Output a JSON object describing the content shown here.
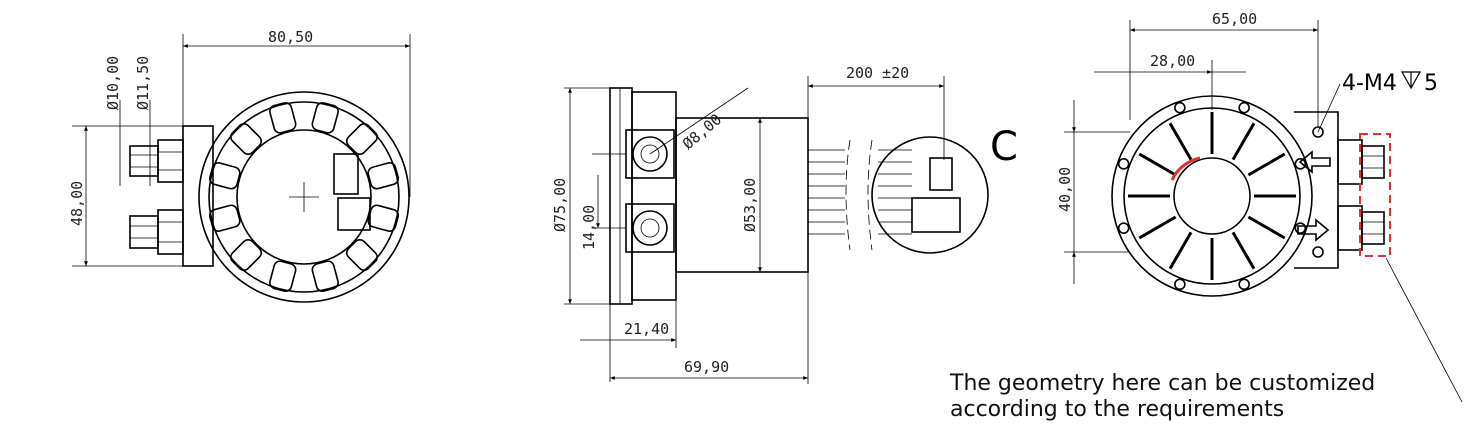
{
  "views": {
    "left": {
      "dimensions": {
        "overall_width": "80,50",
        "dia_inner": "Ø10,00",
        "dia_outer": "Ø11,50",
        "height": "48,00"
      }
    },
    "middle": {
      "dimensions": {
        "cable_length": "200 ±20",
        "dia_small": "Ø8,00",
        "dia_body": "Ø75,00",
        "dia_rotor": "Ø53,00",
        "spacing": "14,00",
        "flange": "21,40",
        "length": "69,90"
      }
    },
    "detail_label": "C",
    "right": {
      "dimensions": {
        "width": "65,00",
        "half_width": "28,00",
        "height": "40,00",
        "thread_note": "4-M4",
        "thread_depth": "5"
      }
    }
  },
  "note": {
    "line1": "The geometry here can be customized",
    "line2": "according to the requirements"
  },
  "colors": {
    "line": "#000000",
    "highlight": "#e03030"
  }
}
